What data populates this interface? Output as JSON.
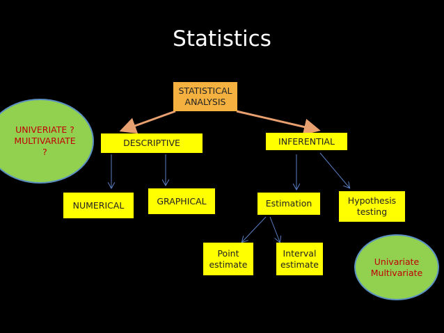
{
  "title": "Statistics",
  "nodes": {
    "root": "STATISTICAL\nANALYSIS",
    "descriptive": "DESCRIPTIVE",
    "inferential": "INFERENTIAL",
    "numerical": "NUMERICAL",
    "graphical": "GRAPHICAL",
    "estimation": "Estimation",
    "hypothesis": "Hypothesis\ntesting",
    "point": "Point\nestimate",
    "interval": "Interval\nestimate"
  },
  "callouts": {
    "left": "UNIVERIATE ?\nMULTIVARIATE\n?",
    "right": "Univariate\nMultivariate"
  },
  "colors": {
    "background": "#000000",
    "box": "#ffff00",
    "root_box": "#f5b13f",
    "root_arrow": "#e8a070",
    "thin_arrow": "#5b7fc4",
    "circle_fill": "#92d050",
    "circle_text": "#c00000"
  }
}
